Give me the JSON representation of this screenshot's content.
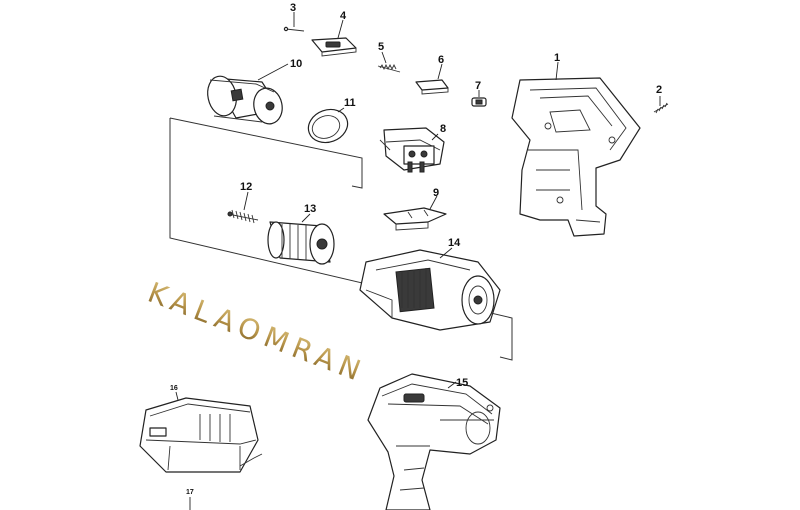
{
  "parts": [
    {
      "id": "part-1",
      "label": "1"
    },
    {
      "id": "part-2",
      "label": "2"
    },
    {
      "id": "part-3",
      "label": "3"
    },
    {
      "id": "part-4",
      "label": "4"
    },
    {
      "id": "part-5",
      "label": "5"
    },
    {
      "id": "part-6",
      "label": "6"
    },
    {
      "id": "part-7",
      "label": "7"
    },
    {
      "id": "part-8",
      "label": "8"
    },
    {
      "id": "part-9",
      "label": "9"
    },
    {
      "id": "part-10",
      "label": "10"
    },
    {
      "id": "part-11",
      "label": "11"
    },
    {
      "id": "part-12",
      "label": "12"
    },
    {
      "id": "part-13",
      "label": "13"
    },
    {
      "id": "part-14",
      "label": "14"
    },
    {
      "id": "part-15",
      "label": "15"
    },
    {
      "id": "part-16",
      "label": "16"
    },
    {
      "id": "part-17",
      "label": "17"
    }
  ],
  "watermark": {
    "text": "KALAOMRAN",
    "color": "#b8954a"
  },
  "colors": {
    "line": "#222222",
    "background": "#ffffff"
  }
}
